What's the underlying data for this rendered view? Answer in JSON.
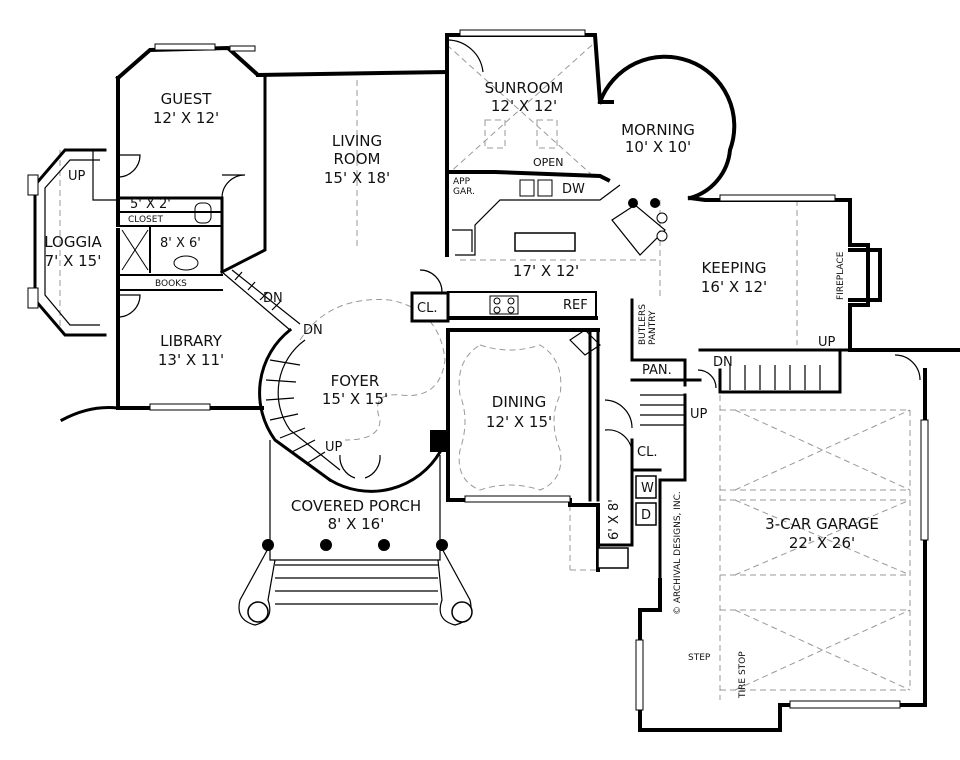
{
  "rooms": {
    "guest": {
      "name": "GUEST",
      "size": "12' X 12'"
    },
    "living": {
      "name1": "LIVING",
      "name2": "ROOM",
      "size": "15' X 18'"
    },
    "sunroom": {
      "name": "SUNROOM",
      "size": "12' X 12'"
    },
    "morning": {
      "name": "MORNING",
      "size": "10' X 10'"
    },
    "loggia": {
      "name": "LOGGIA",
      "size": "7' X 15'"
    },
    "kitchen": {
      "size": "17' X 12'"
    },
    "keeping": {
      "name": "KEEPING",
      "size": "16' X 12'"
    },
    "library": {
      "name": "LIBRARY",
      "size": "13' X 11'"
    },
    "foyer": {
      "name": "FOYER",
      "size": "15' X 15'"
    },
    "dining": {
      "name": "DINING",
      "size": "12' X 15'"
    },
    "porch": {
      "name": "COVERED PORCH",
      "size": "8' X 16'"
    },
    "garage": {
      "name": "3-CAR GARAGE",
      "size": "22' X 26'"
    },
    "bath": {
      "size": "8' X 6'"
    },
    "closet_small": {
      "size": "5' X 2'"
    },
    "laundry": {
      "size": "6' X 8'"
    }
  },
  "labels": {
    "up_loggia": "UP",
    "closet": "CLOSET",
    "books": "BOOKS",
    "dn_library": "DN",
    "dn_foyer": "DN",
    "up_foyer": "UP",
    "cl_foyer": "CL.",
    "ref": "REF",
    "open": "OPEN",
    "app_gar1": "APP",
    "app_gar2": "GAR.",
    "dw": "DW",
    "butlers1": "BUTLERS",
    "butlers2": "PANTRY",
    "pan": "PAN.",
    "dn_stair": "DN",
    "up_keeping": "UP",
    "up_garage": "UP",
    "cl_laundry": "CL.",
    "washer": "W",
    "dryer": "D",
    "fireplace": "FIREPLACE",
    "step": "STEP",
    "tire_stop": "TIRE STOP",
    "copyright": "© ARCHIVAL DESIGNS, INC."
  }
}
